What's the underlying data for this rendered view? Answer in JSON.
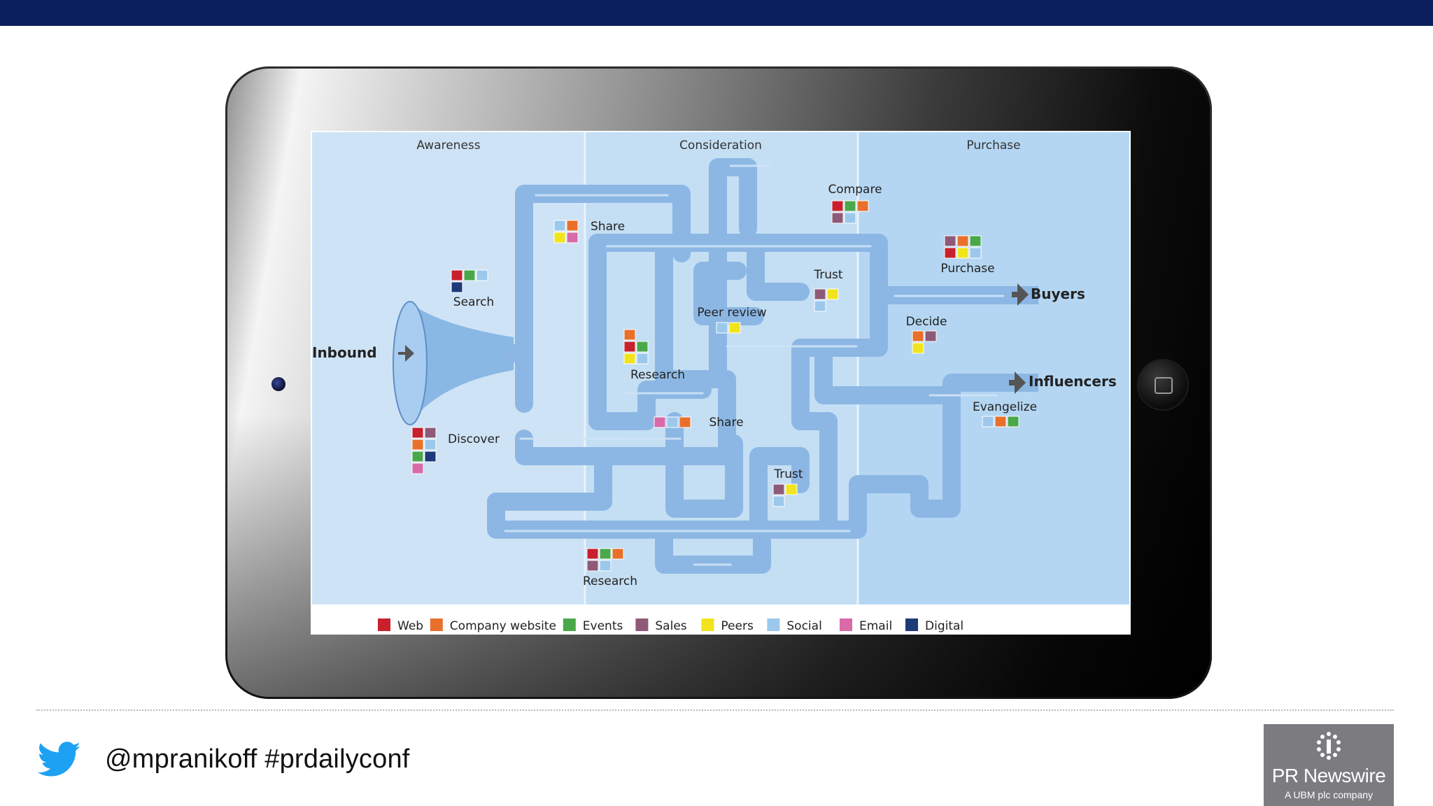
{
  "stages": [
    "Awareness",
    "Consideration",
    "Purchase"
  ],
  "flow": {
    "inbound": "Inbound",
    "buyers": "Buyers",
    "influencers": "Influencers"
  },
  "nodes": {
    "share_top": "Share",
    "compare": "Compare",
    "purchase": "Purchase",
    "search": "Search",
    "trust_top": "Trust",
    "peer_review": "Peer review",
    "decide": "Decide",
    "research_mid": "Research",
    "evangelize": "Evangelize",
    "share_mid": "Share",
    "discover": "Discover",
    "trust_bottom": "Trust",
    "research_bottom": "Research"
  },
  "legend": [
    {
      "label": "Web",
      "color": "#c8202c"
    },
    {
      "label": "Company website",
      "color": "#e8702a"
    },
    {
      "label": "Events",
      "color": "#4aa84a"
    },
    {
      "label": "Sales",
      "color": "#8e5a78"
    },
    {
      "label": "Peers",
      "color": "#f2e41c"
    },
    {
      "label": "Social",
      "color": "#9cc8ec"
    },
    {
      "label": "Email",
      "color": "#d96aa8"
    },
    {
      "label": "Digital",
      "color": "#1f3a78"
    }
  ],
  "footer": {
    "social_text": "@mpranikoff  #prdailyconf",
    "logo_name": "PR Newswire",
    "logo_sub": "A UBM plc company"
  },
  "icons": [
    "twitter-bird-icon",
    "camera-icon",
    "home-button-icon",
    "arrow-right-icon",
    "pr-newswire-logo-icon"
  ]
}
